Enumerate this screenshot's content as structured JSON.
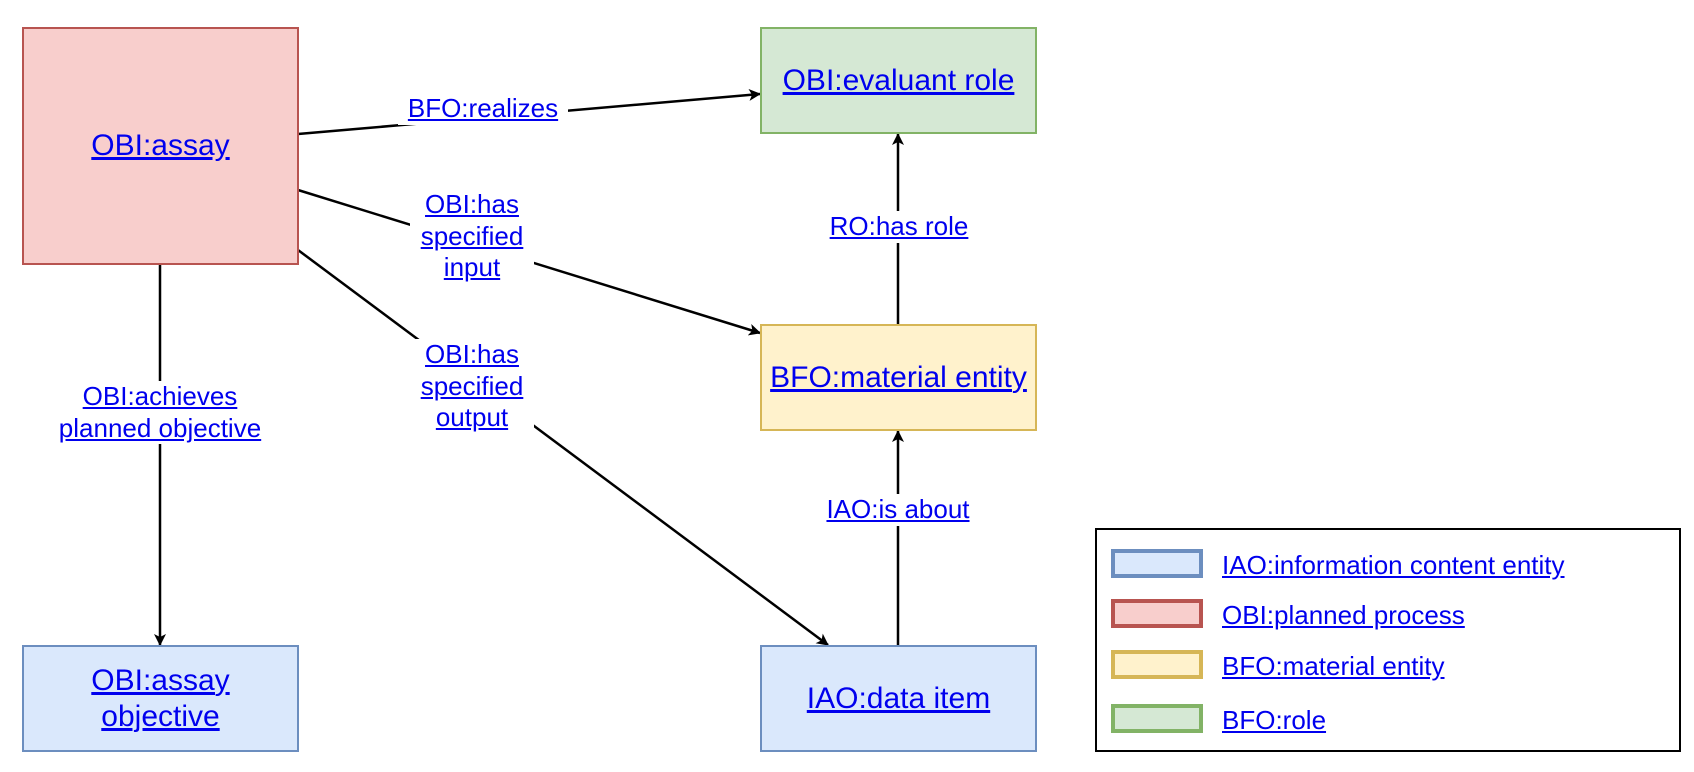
{
  "colors": {
    "process_fill": "#f8cecc",
    "process_border": "#b85450",
    "ice_fill": "#dae8fc",
    "ice_border": "#6c8ebf",
    "material_fill": "#fff2cc",
    "material_border": "#d6b656",
    "role_fill": "#d5e8d4",
    "role_border": "#82b366",
    "link": "#0000ee",
    "edge": "#000000"
  },
  "nodes": {
    "assay": "OBI:assay",
    "evaluant_role": "OBI:evaluant role",
    "material_entity": "BFO:material entity",
    "data_item": "IAO:data item",
    "assay_objective_line1": "OBI:assay",
    "assay_objective_line2": "objective"
  },
  "edges": {
    "realizes": "BFO:realizes",
    "has_role": "RO:has role",
    "is_about": "IAO:is about",
    "input_l1": "OBI:has",
    "input_l2": "specified",
    "input_l3": "input",
    "output_l1": "OBI:has",
    "output_l2": "specified",
    "output_l3": "output",
    "objective_l1": "OBI:achieves",
    "objective_l2": "planned objective"
  },
  "legend": [
    {
      "label": "IAO:information content entity",
      "kind": "ice"
    },
    {
      "label": "OBI:planned process",
      "kind": "process"
    },
    {
      "label": "BFO:material entity",
      "kind": "material"
    },
    {
      "label": "BFO:role",
      "kind": "role"
    }
  ]
}
